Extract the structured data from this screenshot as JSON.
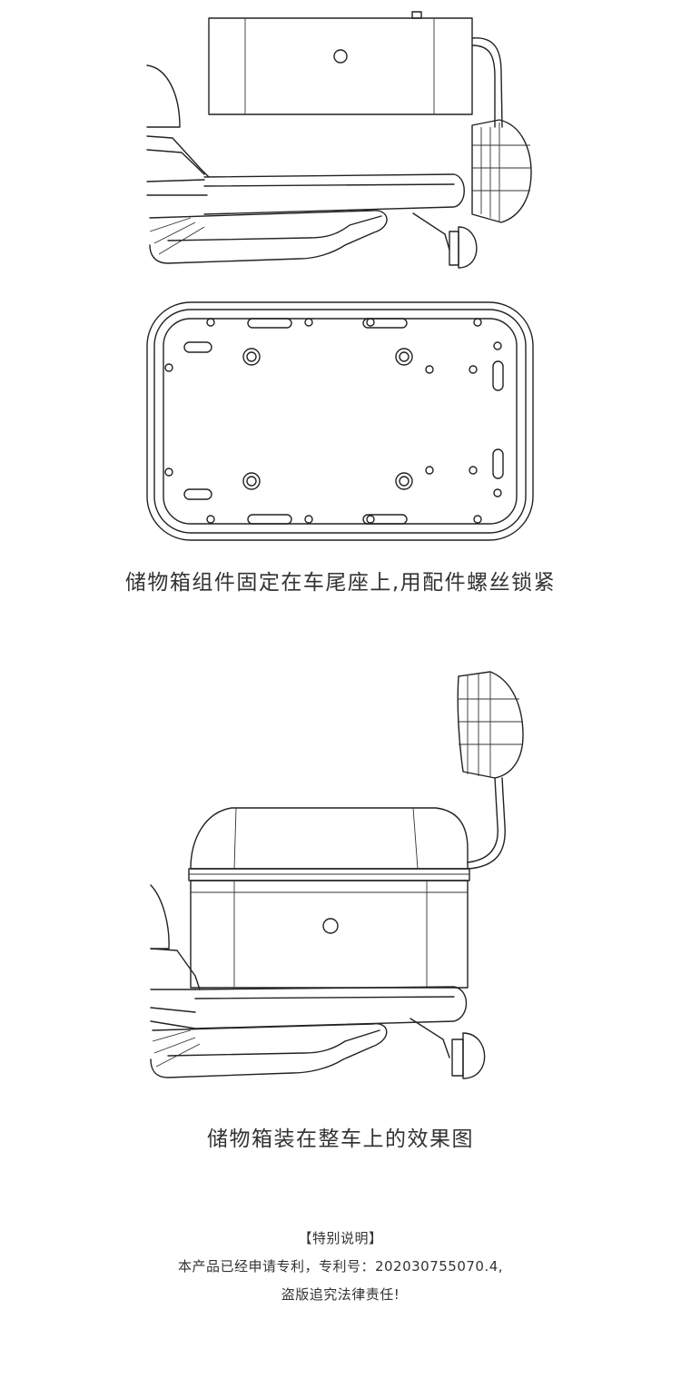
{
  "captions": {
    "install": "储物箱组件固定在车尾座上,用配件螺丝锁紧",
    "effect": "储物箱装在整车上的效果图"
  },
  "notice": {
    "title": "【特别说明】",
    "line1": "本产品已经申请专利，专利号：202030755070.4,",
    "line2": "盗版追究法律责任!"
  }
}
